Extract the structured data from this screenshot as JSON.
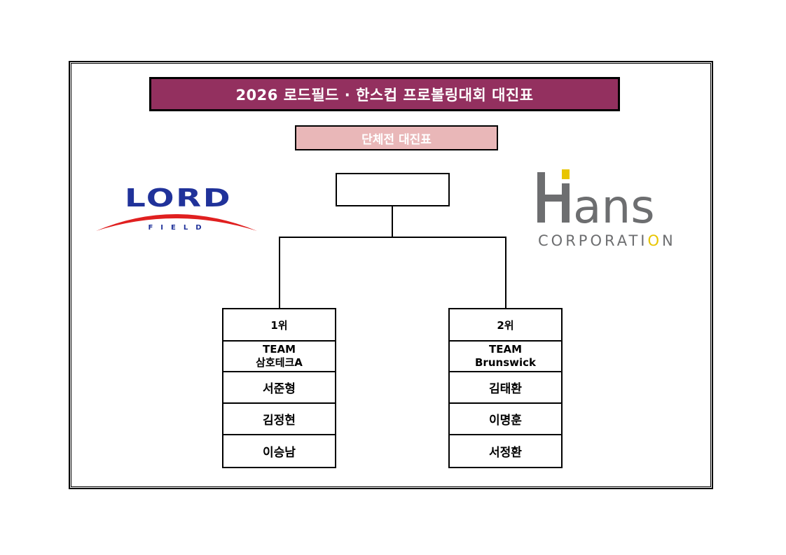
{
  "title": "2026 로드필드 · 한스컵 프로볼링대회 대진표",
  "subtitle": "단체전 대진표",
  "winner": "",
  "logos": {
    "left": {
      "name": "LORD",
      "sub": "FIELD",
      "color": "#20329a",
      "swoosh_color": "#e02020"
    },
    "right": {
      "name": "ans",
      "sub_prefix": "CORPORATI",
      "sub_accent": "O",
      "sub_suffix": "N",
      "color": "#6d6e70",
      "accent": "#e8c500"
    }
  },
  "teams": [
    {
      "rank": "1위",
      "team_line1": "TEAM",
      "team_line2": "삼호테크A",
      "players": [
        "서준형",
        "김정현",
        "이승남"
      ]
    },
    {
      "rank": "2위",
      "team_line1": "TEAM",
      "team_line2": "Brunswick",
      "players": [
        "김태환",
        "이명훈",
        "서정환"
      ]
    }
  ]
}
